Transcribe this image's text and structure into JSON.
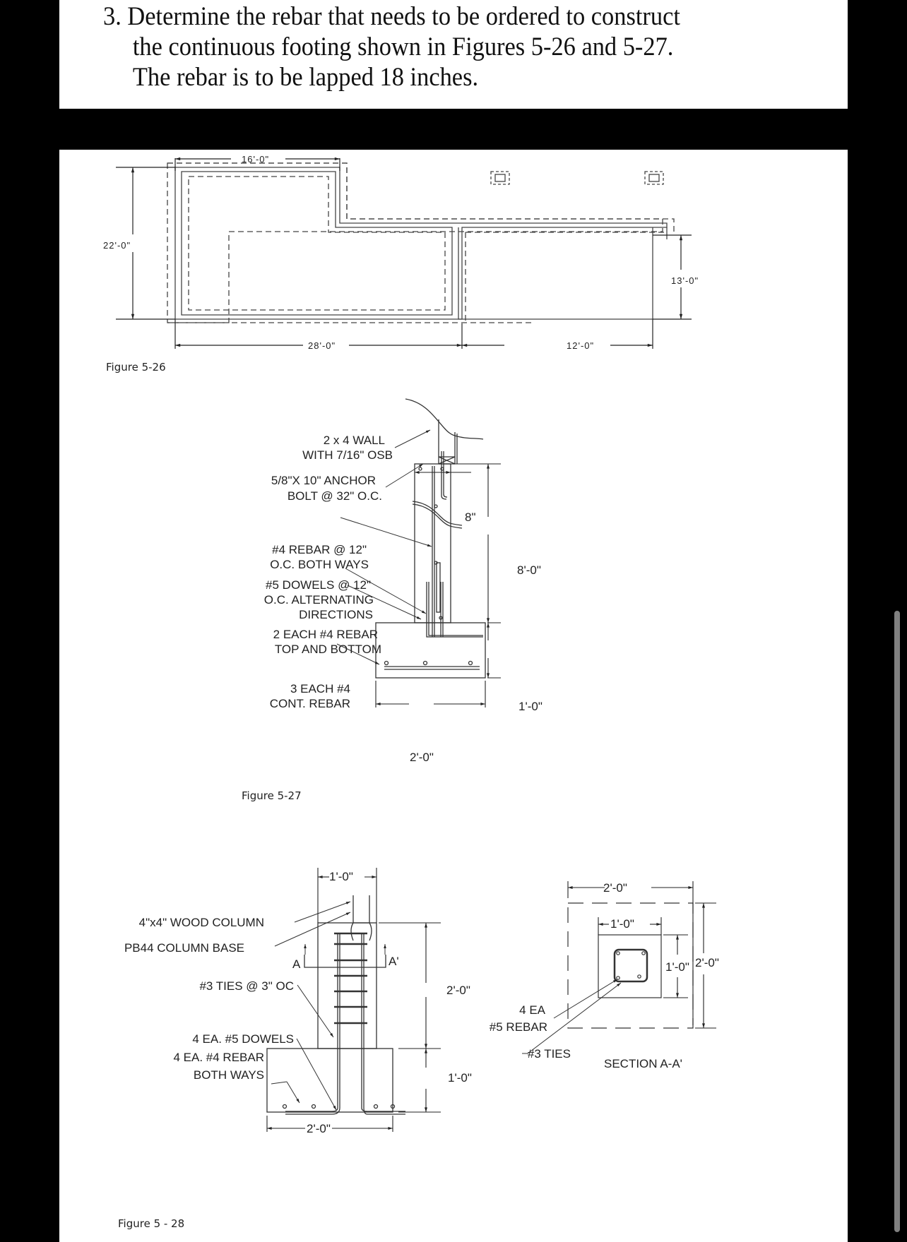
{
  "question": {
    "number": "3.",
    "lines": [
      "3. Determine the rebar that needs to be ordered to construct",
      "the continuous footing shown in Figures 5-26 and 5-27.",
      "The rebar is to be lapped 18 inches."
    ]
  },
  "figure_5_26": {
    "caption": "Figure 5-26",
    "dimensions": {
      "top_width": "16'-0\"",
      "left_height": "22'-0\"",
      "bottom_left_width": "28'-0\"",
      "bottom_right_width": "12'-0\"",
      "right_height": "13'-0\""
    },
    "pier_icons": [
      "column-pier-icon",
      "column-pier-icon"
    ]
  },
  "figure_5_27": {
    "caption": "Figure 5-27",
    "labels": {
      "wall_line1": "2 x 4 WALL",
      "wall_line2": "WITH 7/16\" OSB",
      "anchor_line1": "5/8\"X 10\" ANCHOR",
      "anchor_line2": "BOLT @ 32\" O.C.",
      "rebar_line1": "#4 REBAR @ 12\"",
      "rebar_line2": "O.C. BOTH WAYS",
      "dowels_line1": "#5 DOWELS @ 12\"",
      "dowels_line2": "O.C. ALTERNATING",
      "dowels_line3": "DIRECTIONS",
      "topbot_line1": "2 EACH #4 REBAR",
      "topbot_line2": "TOP AND BOTTOM",
      "cont_line1": "3 EACH #4",
      "cont_line2": "CONT. REBAR"
    },
    "dimensions": {
      "wall_thickness": "8\"",
      "wall_height": "8'-0\"",
      "footing_depth": "1'-0\"",
      "footing_width": "2'-0\""
    }
  },
  "figure_5_28": {
    "caption": "Figure 5 - 28",
    "labels": {
      "column": "4\"x4\" WOOD COLUMN",
      "base": "PB44 COLUMN BASE",
      "ties": "#3 TIES @ 3\" OC",
      "dowels": "4 EA. #5 DOWELS",
      "rebar_line1": "4 EA. #4 REBAR",
      "rebar_line2": "BOTH WAYS",
      "section_a": "A",
      "section_a_prime": "A'"
    },
    "dimensions": {
      "pier_width": "1'-0\"",
      "pier_height": "2'-0\"",
      "footing_depth": "1'-0\"",
      "footing_width": "2'-0\""
    },
    "section": {
      "title": "SECTION A-A'",
      "rebar_line1": "4 EA",
      "rebar_line2": "#5 REBAR",
      "ties": "#3 TIES",
      "outer_width": "2'-0\"",
      "inner_width": "1'-0\"",
      "inner_height": "1'-0\"",
      "outer_height": "2'-0\""
    }
  }
}
